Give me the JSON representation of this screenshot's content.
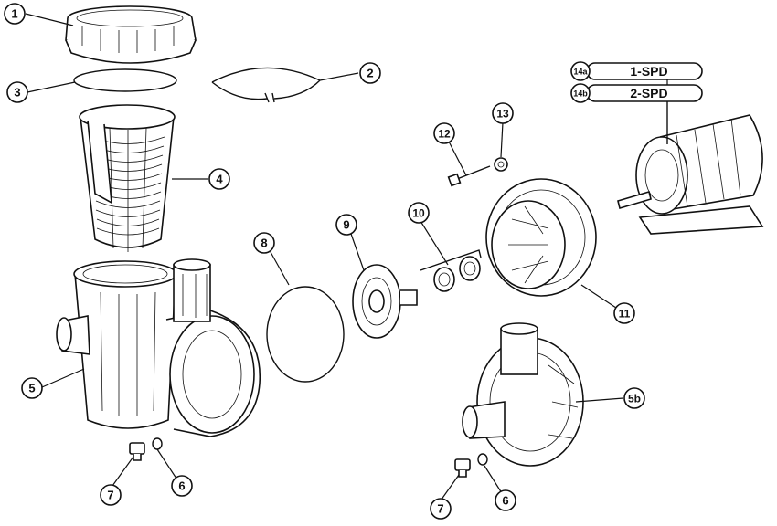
{
  "callouts": {
    "c1": "1",
    "c2": "2",
    "c3": "3",
    "c4": "4",
    "c5": "5",
    "c5b": "5b",
    "c6a": "6",
    "c6b": "6",
    "c7a": "7",
    "c7b": "7",
    "c8": "8",
    "c9": "9",
    "c10": "10",
    "c11": "11",
    "c12": "12",
    "c13": "13",
    "c14a": "14a",
    "c14b": "14b"
  },
  "motor_options": {
    "a": "1-SPD",
    "b": "2-SPD"
  },
  "colors": {
    "ink": "#111111",
    "paper": "#ffffff"
  }
}
